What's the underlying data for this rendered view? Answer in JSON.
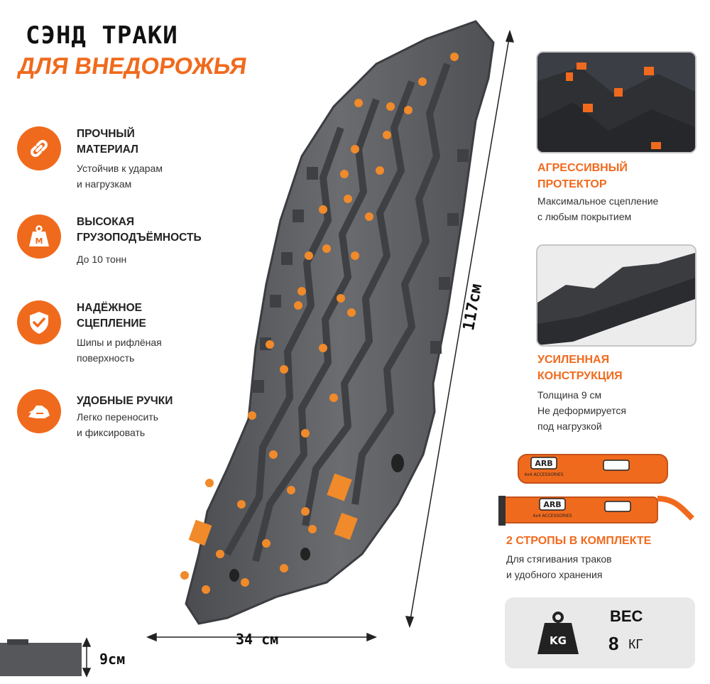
{
  "header": {
    "line1": "СЭНД ТРАКИ",
    "line2": "ДЛЯ ВНЕДОРОЖЬЯ"
  },
  "features": [
    {
      "icon": "chain-link-icon",
      "title": "ПРОЧНЫЙ\nМАТЕРИАЛ",
      "desc": "Устойчив к ударам\nи нагрузкам"
    },
    {
      "icon": "weight-icon",
      "icon_text": "M",
      "title": "ВЫСОКАЯ\nГРУЗОПОДЪЁМНОСТЬ",
      "desc": "До 10 тонн"
    },
    {
      "icon": "shield-check-icon",
      "title": "НАДЁЖНОЕ\nСЦЕПЛЕНИЕ",
      "desc": "Шипы и рифлёная\nповерхность"
    },
    {
      "icon": "hand-grip-icon",
      "title": "УДОБНЫЕ РУЧКИ",
      "desc": "Легко переносить\nи фиксировать"
    }
  ],
  "panels": [
    {
      "title": "АГРЕССИВНЫЙ\nПРОТЕКТОР",
      "desc": "Максимальное сцепление\nс любым покрытием"
    },
    {
      "title": "УСИЛЕННАЯ\nКОНСТРУКЦИЯ",
      "desc": "Толщина 9 см\nНе деформируется\nпод нагрузкой"
    },
    {
      "title": "2 СТРОПЫ В КОМПЛЕКТЕ",
      "desc": "Для стягивания траков\nи удобного хранения"
    }
  ],
  "strap_logo": "ARB",
  "strap_subtext": "4x4 ACCESSORIES",
  "weight": {
    "label": "ВЕС",
    "value": "8",
    "unit": "КГ",
    "icon_text": "KG"
  },
  "dimensions": {
    "length": "117см",
    "width": "34 см",
    "height": "9см"
  },
  "colors": {
    "accent": "#f06a1d",
    "track": "#5a5c60",
    "text": "#222222"
  }
}
